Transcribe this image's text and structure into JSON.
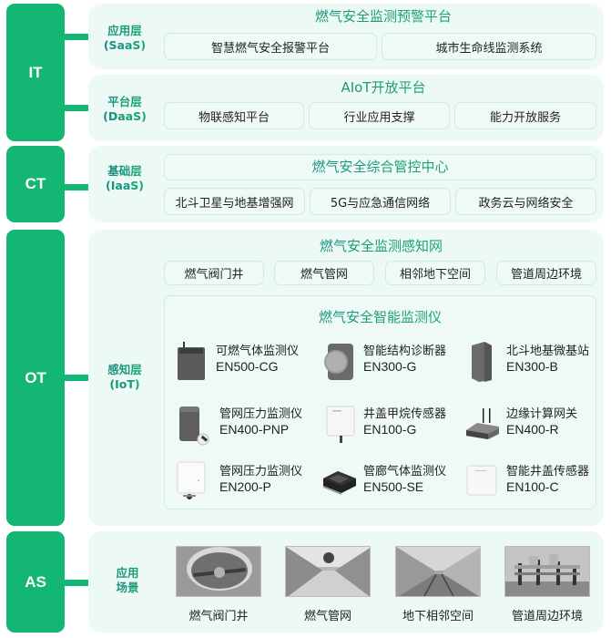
{
  "tiers": {
    "it": "IT",
    "ct": "CT",
    "ot": "OT",
    "as": "AS"
  },
  "colors": {
    "tier_green": "#14b673",
    "panel_bg": "#ecf9f4",
    "chip_border": "#cdeedd",
    "title_gradient_start": "#1a7f88",
    "title_gradient_end": "#19b86a"
  },
  "saas": {
    "label_line1": "应用层",
    "label_line2": "(SaaS)",
    "title": "燃气安全监测预警平台",
    "items": [
      "智慧燃气安全报警平台",
      "城市生命线监测系统"
    ]
  },
  "daas": {
    "label_line1": "平台层",
    "label_line2": "(DaaS)",
    "title": "AIoT开放平台",
    "items": [
      "物联感知平台",
      "行业应用支撑",
      "能力开放服务"
    ]
  },
  "iaas": {
    "label_line1": "基础层",
    "label_line2": "(IaaS)",
    "title": "燃气安全综合管控中心",
    "items": [
      "北斗卫星与地基增强网",
      "5G与应急通信网络",
      "政务云与网络安全"
    ]
  },
  "iot": {
    "label_line1": "感知层",
    "label_line2": "(IoT)",
    "network_title": "燃气安全监测感知网",
    "network_items": [
      "燃气阀门井",
      "燃气管网",
      "相邻地下空间",
      "管道周边环境"
    ],
    "instrument_title": "燃气安全智能监测仪",
    "devices": [
      {
        "name": "可燃气体监测仪",
        "model": "EN500-CG",
        "icon": "gas-detector-icon"
      },
      {
        "name": "智能结构诊断器",
        "model": "EN300-G",
        "icon": "structure-diagnostic-icon"
      },
      {
        "name": "北斗地基微基站",
        "model": "EN300-B",
        "icon": "beidou-base-station-icon"
      },
      {
        "name": "管网压力监测仪",
        "model": "EN400-PNP",
        "icon": "pressure-monitor-icon"
      },
      {
        "name": "井盖甲烷传感器",
        "model": "EN100-G",
        "icon": "methane-sensor-icon"
      },
      {
        "name": "边缘计算网关",
        "model": "EN400-R",
        "icon": "edge-gateway-icon"
      },
      {
        "name": "管网压力监测仪",
        "model": "EN200-P",
        "icon": "pressure-sensor-icon"
      },
      {
        "name": "管廊气体监测仪",
        "model": "EN500-SE",
        "icon": "tunnel-gas-monitor-icon"
      },
      {
        "name": "智能井盖传感器",
        "model": "EN100-C",
        "icon": "manhole-cover-sensor-icon"
      }
    ]
  },
  "scenes": {
    "label_line1": "应用",
    "label_line2": "场景",
    "items": [
      {
        "label": "燃气阀门井",
        "image": "valve-well-photo"
      },
      {
        "label": "燃气管网",
        "image": "gas-pipeline-photo"
      },
      {
        "label": "地下相邻空间",
        "image": "underground-space-photo"
      },
      {
        "label": "管道周边环境",
        "image": "pipeline-environment-photo"
      }
    ]
  }
}
